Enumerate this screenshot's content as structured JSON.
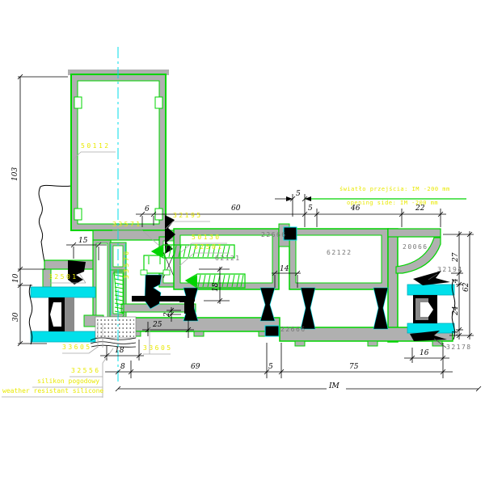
{
  "colors": {
    "profile_green": "#00d400",
    "glass_cyan": "#00e0ea",
    "aluminum_gray": "#b0b0b0",
    "label_yellow": "#e9e900",
    "label_gray": "#767676",
    "centerline_cyan": "#00dce8"
  },
  "notes": {
    "clearance_pl": "światło przejścia: IM -200 mm",
    "clearance_en": "opening side: IM -200 mm",
    "silicone_pl": "silikon pogodowy",
    "silicone_en": "weather resistant silicone"
  },
  "labels": {
    "p50112": "50112",
    "p33571": "33571",
    "p32195": "32195",
    "p50130": "50130",
    "p32501_center": "32501",
    "p33570": "33570",
    "p32501_left": "32501",
    "p33605_left": "33605",
    "p33605_center": "33605",
    "p32556": "32556",
    "p22666_top": "22666",
    "p22666_bottom": "22666",
    "p62121": "62121",
    "p62122": "62122",
    "p20066": "20066",
    "p32194": "32194",
    "p32178": "32178"
  },
  "dims": {
    "d103": "103",
    "d15": "15",
    "d10": "10",
    "d30": "30",
    "d6": "6",
    "d60": "60",
    "d5_top": "5",
    "d5_mid": "5",
    "d46": "46",
    "d22": "22",
    "d27": "27",
    "d4": "4",
    "d62": "62",
    "d24": "24",
    "d3": "3",
    "d16": "16",
    "d18_center": "18",
    "d14": "14",
    "d2": "2",
    "d25": "25",
    "d18_bottom": "18",
    "d8": "8",
    "d69": "69",
    "d5_bottom": "5",
    "d75": "75",
    "dIM": "IM"
  }
}
